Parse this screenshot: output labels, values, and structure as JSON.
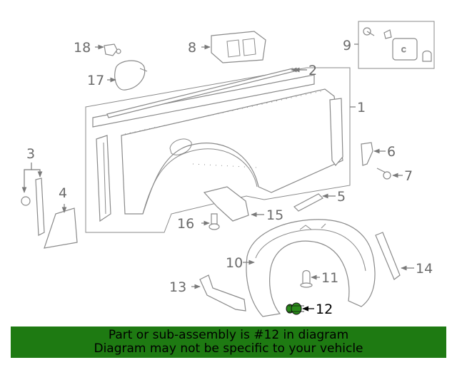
{
  "diagram": {
    "callouts": {
      "c1": "1",
      "c2": "2",
      "c3": "3",
      "c4": "4",
      "c5": "5",
      "c6": "6",
      "c7": "7",
      "c8": "8",
      "c9": "9",
      "c10": "10",
      "c11": "11",
      "c12": "12",
      "c13": "13",
      "c14": "14",
      "c15": "15",
      "c16": "16",
      "c17": "17",
      "c18": "18"
    },
    "highlighted_part": "12",
    "highlight_color": "#2a8a1a"
  },
  "banner": {
    "line1": "Part or sub-assembly is #12 in diagram",
    "line2": "Diagram may not be specific to your vehicle",
    "background": "#1e7a12"
  }
}
